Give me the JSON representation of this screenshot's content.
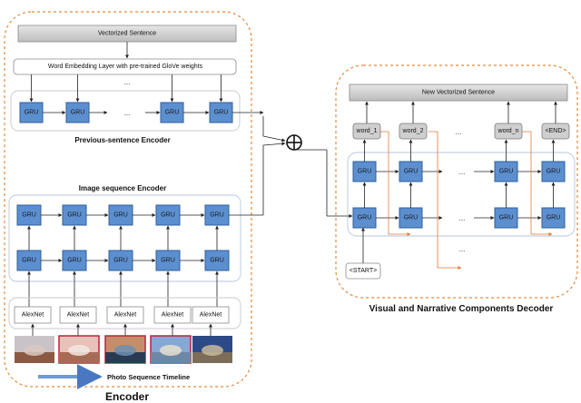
{
  "encoder": {
    "vectorized_sentence": "Vectorized Sentence",
    "embedding_layer": "Word Embedding Layer with pre-trained GloVe weights",
    "ellipsis": "...",
    "gru_label": "GRU",
    "previous_sentence_label": "Previous-sentence Encoder",
    "image_sequence_label": "Image sequence Encoder",
    "alexnet_label": "AlexNet",
    "timeline_label": "Photo Sequence Timeline",
    "caption": "Encoder"
  },
  "decoder": {
    "new_vectorized_sentence": "New Vectorized Sentence",
    "words": [
      "word_1",
      "word_2",
      "word_n",
      "<END>"
    ],
    "start_token": "<START>",
    "gru_label": "GRU",
    "ellipsis": "...",
    "caption": "Visual and Narrative Components Decoder"
  },
  "combine_symbol": "⊕",
  "colors": {
    "gru_fill": "#5b8fd0",
    "frame_orange": "#e38a3c",
    "gray_box": "#cfcfcf"
  }
}
